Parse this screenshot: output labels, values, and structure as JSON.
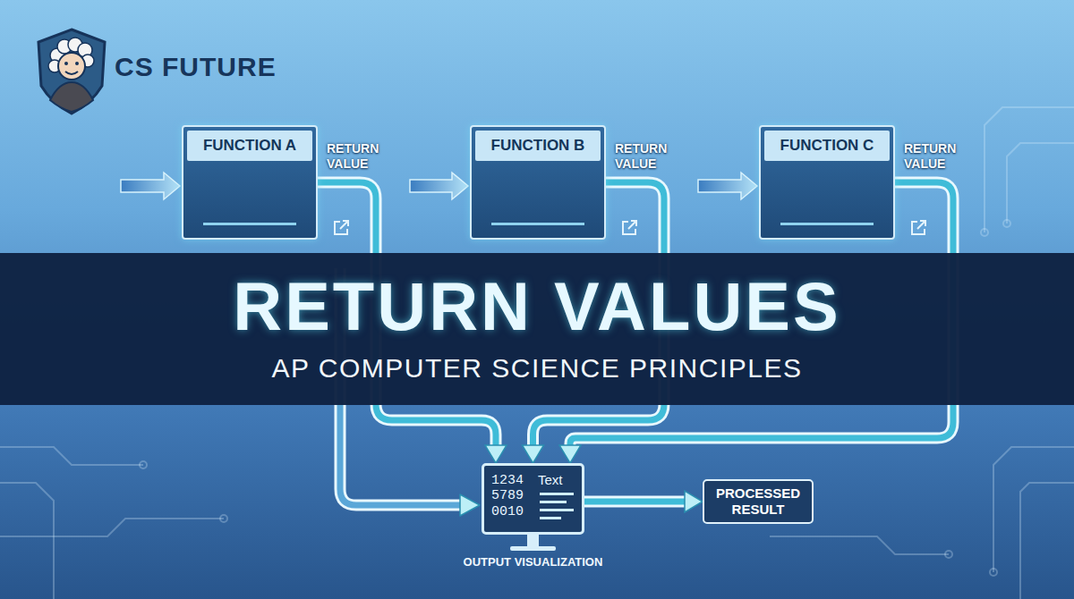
{
  "diagram": {
    "title": "RETURN VALUES",
    "caption": "AP COMPUTER SCIENCE PRINCIPLES",
    "nodes": [
      {
        "text": [
          "FUNCTION A"
        ]
      },
      {
        "text": [
          "FUNCTION B"
        ]
      },
      {
        "text": [
          "FUNCTION C"
        ]
      },
      {
        "text": [
          "1234 5789 0010",
          "Text",
          "OUTPUT VISUALIZATION"
        ]
      },
      {
        "text": [
          "PROCESSED RESULT"
        ]
      }
    ],
    "edges": [
      {
        "from": 0,
        "to": 3,
        "arrow": "to",
        "label": "RETURN VALUE"
      },
      {
        "from": 1,
        "to": 3,
        "arrow": "to",
        "label": "RETURN VALUE"
      },
      {
        "from": 2,
        "to": 3,
        "arrow": "to",
        "label": "RETURN VALUE"
      },
      {
        "from": 3,
        "to": 4,
        "arrow": "to"
      }
    ],
    "labels": [
      "CS FUTURE"
    ]
  }
}
